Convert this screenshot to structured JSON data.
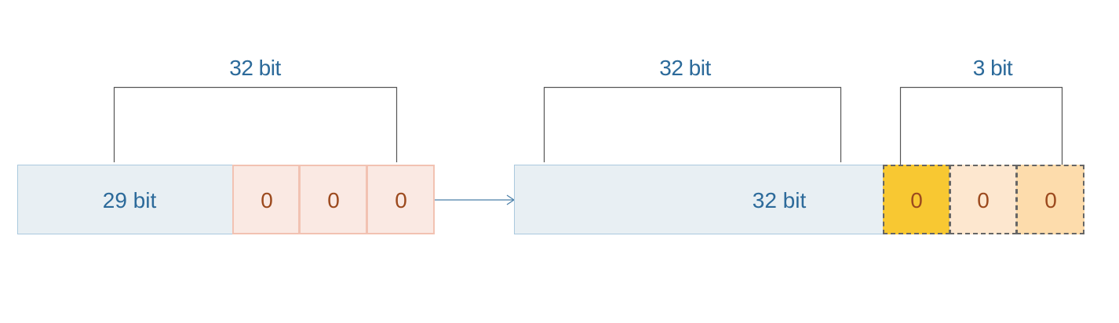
{
  "left": {
    "bracket_label": "32 bit",
    "main_label": "29 bit",
    "zeros": [
      "0",
      "0",
      "0"
    ]
  },
  "right": {
    "bracket_label_main": "32 bit",
    "bracket_label_small": "3 bit",
    "main_label": "32 bit",
    "zeros": [
      "0",
      "0",
      "0"
    ]
  },
  "colors": {
    "text_blue": "#2c6a9a",
    "zero_brown": "#9c4a1e",
    "blue_fill": "#e8eff3",
    "pink_fill": "#fae9e3",
    "yellow_fill": "#f8c832",
    "light_orange_fill": "#fde7cf",
    "orange_fill": "#fddcac"
  }
}
